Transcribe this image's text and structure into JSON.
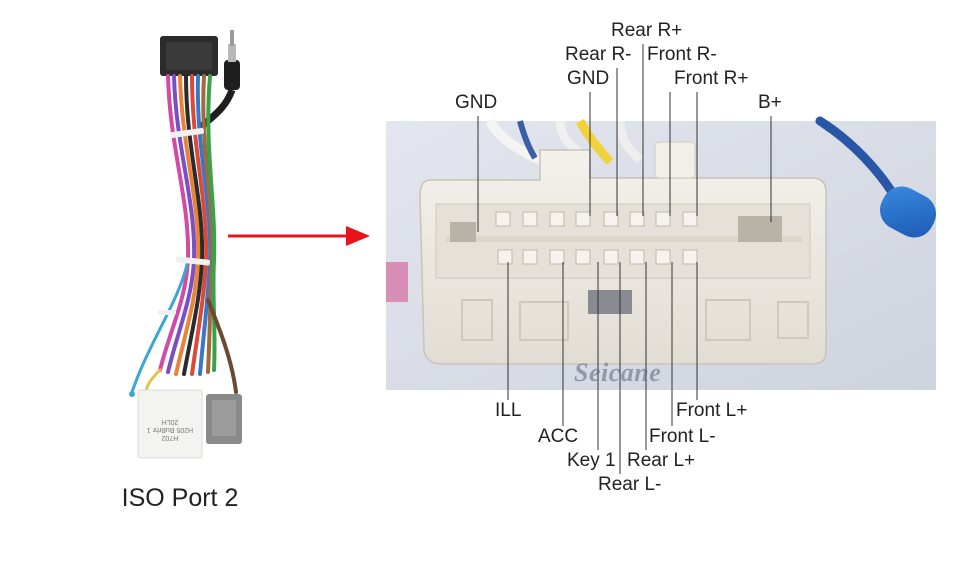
{
  "caption": "ISO Port 2",
  "watermark": "Seicane",
  "harness_label_lines": [
    "H702",
    "H205 BuBrhr 1",
    "20LH"
  ],
  "colors": {
    "arrow": "#e8141c",
    "photo_bg": "#d6d9e3",
    "connector": "#eeeae3",
    "leader_line": "#333333",
    "text": "#222222"
  },
  "top_pins": [
    {
      "key": "gnd_left",
      "label": "GND"
    },
    {
      "key": "gnd",
      "label": "GND"
    },
    {
      "key": "rear_r_minus",
      "label": "Rear R-"
    },
    {
      "key": "rear_r_plus",
      "label": "Rear R+"
    },
    {
      "key": "front_r_minus",
      "label": "Front R-"
    },
    {
      "key": "front_r_plus",
      "label": "Front R+"
    },
    {
      "key": "b_plus",
      "label": "B+"
    }
  ],
  "bottom_pins": [
    {
      "key": "ill",
      "label": "ILL"
    },
    {
      "key": "acc",
      "label": "ACC"
    },
    {
      "key": "key1",
      "label": "Key 1"
    },
    {
      "key": "rear_l_minus",
      "label": "Rear L-"
    },
    {
      "key": "rear_l_plus",
      "label": "Rear L+"
    },
    {
      "key": "front_l_minus",
      "label": "Front L-"
    },
    {
      "key": "front_l_plus",
      "label": "Front L+"
    }
  ]
}
